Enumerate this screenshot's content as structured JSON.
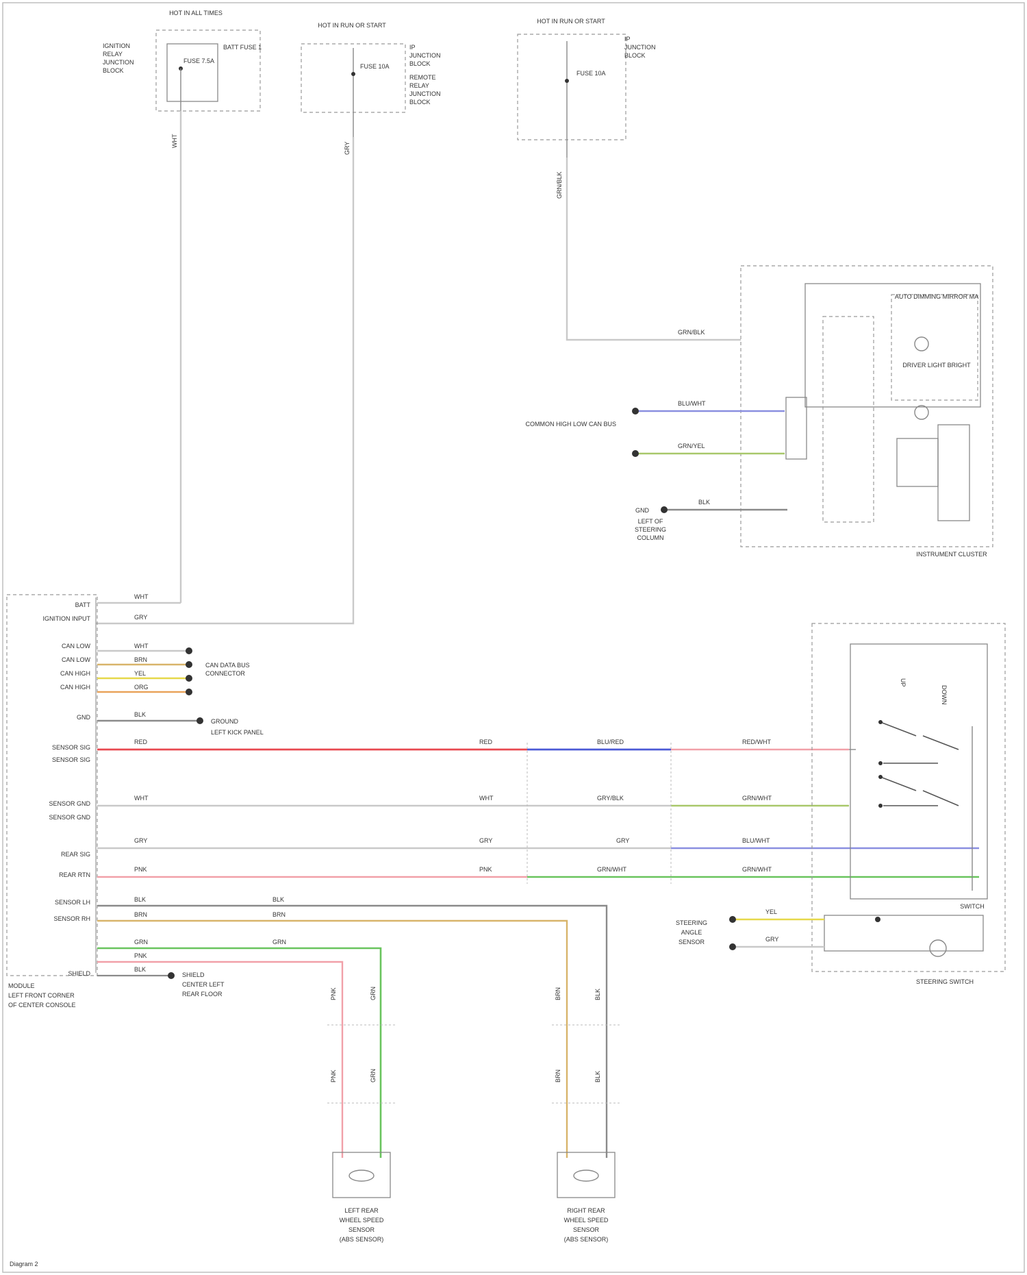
{
  "diagram": {
    "title": "",
    "footer_ref": "Diagram 2",
    "colors": {
      "red": "#e8484f",
      "pink": "#f1a0a8",
      "blue": "#4b59d6",
      "lavender": "#8a8fe0",
      "green": "#69c45d",
      "olive": "#a8c86a",
      "yellow": "#e6d84a",
      "tan": "#d8b46a",
      "orange": "#e9a35a",
      "gray": "#8a8a8a",
      "lightgray": "#c9c9c9",
      "frame": "#bfbfbf"
    },
    "components": {
      "fuse_box_left": {
        "title": "HOT IN ALL TIMES",
        "sublabel": "BATT FUSE 1",
        "fuse_label": "FUSE 7.5A",
        "side_text": [
          "IGNITION",
          "RELAY",
          "JUNCTION",
          "BLOCK"
        ]
      },
      "relay_box_mid": {
        "title": "HOT IN RUN OR START",
        "right_text": [
          "IP",
          "JUNCTION",
          "BLOCK"
        ],
        "right_text2": [
          "REMOTE",
          "RELAY",
          "JUNCTION",
          "BLOCK"
        ],
        "fuse_label": "FUSE 10A"
      },
      "relay_box_right": {
        "title": "HOT IN RUN OR START",
        "right_text": [
          "IP",
          "JUNCTION",
          "BLOCK"
        ],
        "fuse_label": "FUSE 10A"
      },
      "instrument_cluster": {
        "label": "INSTRUMENT CLUSTER",
        "auto_dim": "AUTO DIMMING MIRROR MA",
        "lamp": "DRIVER LIGHT BRIGHT",
        "can_label": "COMMON HIGH LOW CAN BUS",
        "ground_label": "GND",
        "ground_desc": [
          "LEFT OF",
          "STEERING",
          "COLUMN"
        ]
      },
      "module_left": {
        "label": "MODULE",
        "desc": [
          "LEFT FRONT CORNER",
          "OF CENTER CONSOLE"
        ],
        "pins": [
          "BATT",
          "IGNITION INPUT",
          "CAN LOW",
          "CAN LOW",
          "CAN HIGH",
          "CAN HIGH",
          "GND",
          "SENSOR SIG",
          "SENSOR SIG",
          "SENSOR GND",
          "SENSOR GND",
          "REAR SIG",
          "REAR RTN",
          "SENSOR LH",
          "SENSOR RH",
          "SHIELD"
        ],
        "can_note": [
          "CAN DATA BUS",
          "CONNECTOR"
        ],
        "gnd_note": [
          "GROUND",
          "LEFT KICK PANEL"
        ],
        "shield_note": [
          "SHIELD",
          "CENTER LEFT",
          "REAR FLOOR"
        ]
      },
      "steering_switch": {
        "label": "STEERING SWITCH",
        "switch_box": "SWITCH",
        "up": "UP",
        "down": "DOWN",
        "sensor_label": [
          "STEERING",
          "ANGLE",
          "SENSOR"
        ]
      },
      "sensor_left": {
        "label": [
          "LEFT REAR",
          "WHEEL SPEED",
          "SENSOR",
          "(ABS SENSOR)"
        ]
      },
      "sensor_right": {
        "label": [
          "RIGHT REAR",
          "WHEEL SPEED",
          "SENSOR",
          "(ABS SENSOR)"
        ]
      }
    },
    "wires": {
      "w_batt": "WHT",
      "w_ign": "GRY",
      "w_can1": "WHT",
      "w_can2": "BRN",
      "w_can3": "YEL",
      "w_can4": "ORG",
      "w_gnd": "BLK",
      "w_red_left": "RED",
      "w_red_mid": "BLU/RED",
      "w_red_right": "RED/WHT",
      "w_wht_left": "WHT",
      "w_wht_mid": "GRY/BLK",
      "w_wht_right": "GRN/WHT",
      "w_gry_left": "GRY",
      "w_gry_mid": "GRY",
      "w_gry_right": "BLU/WHT",
      "w_pnk_left": "PNK",
      "w_pnk_mid": "GRN/WHT",
      "w_pnk_right": "GRN/WHT",
      "w_sens1": "BLK",
      "w_sens2": "BRN",
      "w_sens3": "GRN",
      "w_sens4": "PNK",
      "w_shield": "BLK",
      "w_ic_top": "GRN/BLK",
      "w_ic_can1": "BLU/WHT",
      "w_ic_can2": "GRN/YEL",
      "w_ic_gnd": "BLK",
      "w_steer_y": "YEL",
      "w_steer_g": "GRY",
      "w_vert_left": "WHT",
      "w_vert_mid": "GRY",
      "w_vert_right": "GRN/BLK"
    }
  }
}
